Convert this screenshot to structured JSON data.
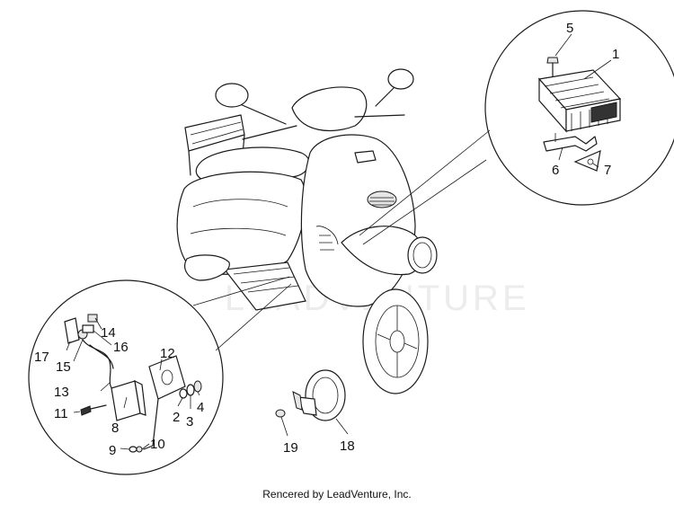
{
  "labels": {
    "p1": "1",
    "p2": "2",
    "p3": "3",
    "p4": "4",
    "p5": "5",
    "p6": "6",
    "p7": "7",
    "p8": "8",
    "p9": "9",
    "p10": "10",
    "p11": "11",
    "p12": "12",
    "p13": "13",
    "p14": "14",
    "p15": "15",
    "p16": "16",
    "p17": "17",
    "p18": "18",
    "p19": "19"
  },
  "watermark": "LEADVENTURE",
  "credit": "Rencered by LeadVenture, Inc."
}
